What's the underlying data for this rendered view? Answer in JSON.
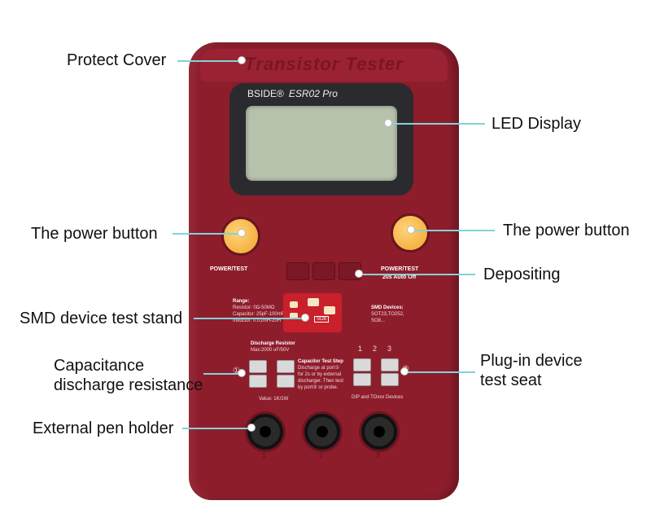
{
  "device": {
    "cover_text": "Transistor Tester",
    "brand": "BSIDE®",
    "model": "ESR02 Pro",
    "power_left_label": "POWER/TEST",
    "power_right_label": "POWER/TEST",
    "auto_off": "20s Auto Off",
    "range_title": "Range:",
    "range_resistor": "Resistor: 0Ω-50MΩ",
    "range_capacitor": "Capacitor: 25pF-100mF",
    "range_inductor": "Inductor: 0.01mH-20H",
    "smd_label": "SO8",
    "smd_devices_title": "SMD Devices:",
    "smd_devices_list": "SOT23,TO252,",
    "smd_devices_more": "SO8...",
    "discharge_title": "Discharge Resistor",
    "discharge_max": "Max:2000 uF/50V",
    "discharge_value": "Value: 1K/1W",
    "port1": "①",
    "port2": "②",
    "cap_step_title": "Capacitor Test Step",
    "cap_step_1": "Discharge at port①",
    "cap_step_2": "for 2s or by external",
    "cap_step_3": "discharger. Then test",
    "cap_step_4": "by port② or probe.",
    "seat_numbers": [
      "1",
      "2",
      "3"
    ],
    "dip_label": "DIP and TOxxx Devices",
    "jacks": [
      "1",
      "2",
      "3"
    ]
  },
  "callouts": {
    "protect_cover": "Protect Cover",
    "led_display": "LED Display",
    "power_left": "The power button",
    "power_right": "The power button",
    "depositing": "Depositing",
    "smd_stand": "SMD device test stand",
    "cap_discharge": "Capacitance discharge resistance",
    "plugin_seat": "Plug-in device test seat",
    "pen_holder": "External pen holder"
  },
  "colors": {
    "body": "#8e1d2c",
    "button": "#f0a52c",
    "lcd": "#b7c2ad",
    "leader_line": "#7fd4d8"
  }
}
